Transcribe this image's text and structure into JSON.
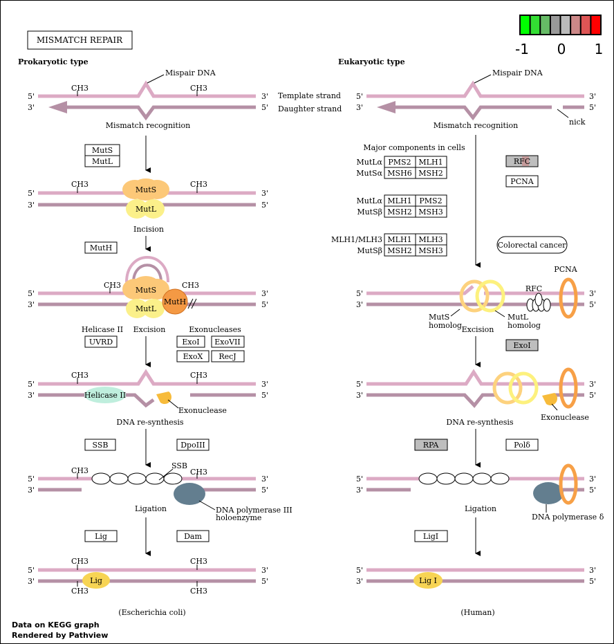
{
  "title": "MISMATCH REPAIR",
  "legend": {
    "min_label": "-1",
    "mid_label": "0",
    "max_label": "1",
    "colors": [
      "#00ff00",
      "#33dd33",
      "#66bb66",
      "#999999",
      "#bbbbbb",
      "#cc8888",
      "#dd5555",
      "#ff0000"
    ]
  },
  "prokaryotic": {
    "heading": "Prokaryotic type",
    "mispair_label": "Mispair DNA",
    "template_strand": "Template strand",
    "daughter_strand": "Daughter strand",
    "step_recognition": "Mismatch recognition",
    "step_incision": "Incision",
    "step_excision": "Excision",
    "step_resynthesis": "DNA re-synthesis",
    "step_ligation": "Ligation",
    "organism": "(Escherichia coli)",
    "boxes": {
      "muts": "MutS",
      "mutl": "MutL",
      "muth": "MutH",
      "uvrd": "UVRD",
      "exoi": "ExoI",
      "exovii": "ExoVII",
      "exox": "ExoX",
      "recj": "RecJ",
      "ssb": "SSB",
      "dpoiii": "DpoIII",
      "lig": "Lig",
      "dam": "Dam"
    },
    "helicase_group": "Helicase II",
    "exonuclease_group": "Exonucleases",
    "proteins": {
      "muts": "MutS",
      "mutl": "MutL",
      "muth": "MutH",
      "helicase": "Helicase II",
      "lig": "Lig",
      "ssb": "SSB"
    },
    "exonuclease_label": "Exonuclease",
    "dnapol_label_1": "DNA polymerase III",
    "dnapol_label_2": "holoenzyme",
    "ch3": "CH3"
  },
  "eukaryotic": {
    "heading": "Eukaryotic type",
    "mispair_label": "Mispair DNA",
    "nick": "nick",
    "step_recognition": "Mismatch recognition",
    "step_excision": "Excision",
    "step_resynthesis": "DNA re-synthesis",
    "step_ligation": "Ligation",
    "organism": "(Human)",
    "major_components": "Major components in cells",
    "complexes": [
      {
        "name": "MutLα",
        "a": "PMS2",
        "b": "MLH1"
      },
      {
        "name": "MutSα",
        "a": "MSH6",
        "b": "MSH2"
      },
      {
        "name": "MutLα",
        "a": "MLH1",
        "b": "PMS2"
      },
      {
        "name": "MutSβ",
        "a": "MSH2",
        "b": "MSH3"
      },
      {
        "name": "MLH1/MLH3",
        "a": "MLH1",
        "b": "MLH3"
      },
      {
        "name": "MutSβ",
        "a": "MSH2",
        "b": "MSH3"
      }
    ],
    "boxes": {
      "rfc": "RFC",
      "pcna": "PCNA",
      "exoi": "ExoI",
      "rpa": "RPA",
      "pold": "Polδ",
      "ligi": "LigI"
    },
    "colorectal": "Colorectal cancer",
    "pcna_label": "PCNA",
    "rfc_label": "RFC",
    "muts_homolog_1": "MutS",
    "muts_homolog_2": "homolog",
    "mutl_homolog_1": "MutL",
    "mutl_homolog_2": "homolog",
    "exonuclease_label": "Exonuclease",
    "dnapol_label": "DNA polymerase δ",
    "lig_label": "Lig I"
  },
  "strand_ends": {
    "five": "5'",
    "three": "3'"
  },
  "footer": {
    "line1": "Data on KEGG graph",
    "line2": "Rendered by  Pathview"
  }
}
